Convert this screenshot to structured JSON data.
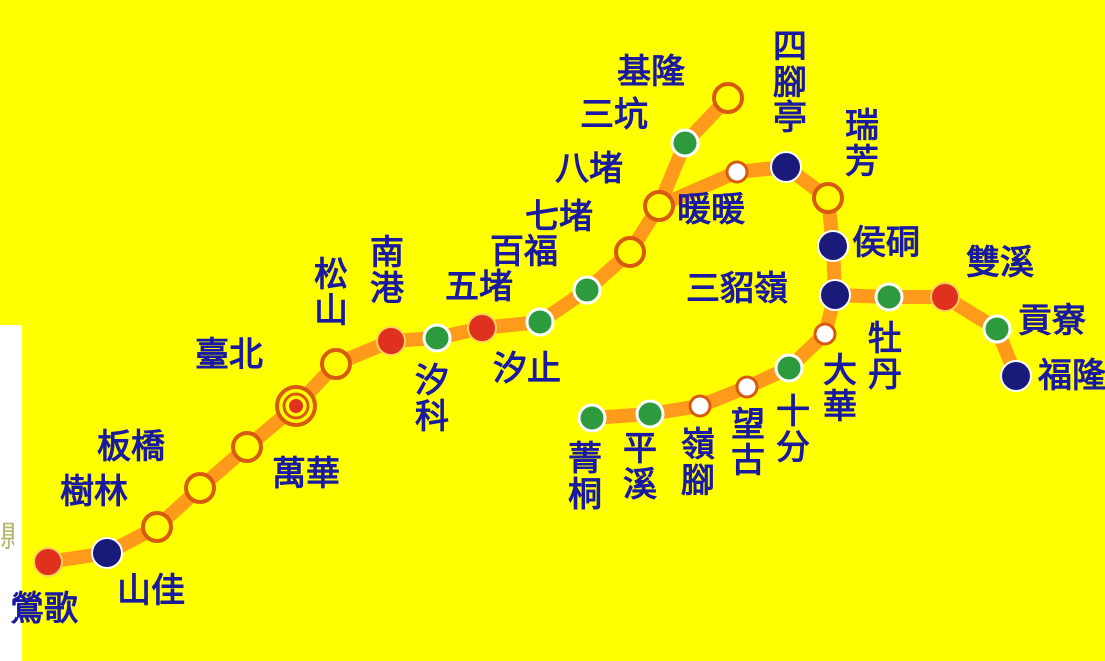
{
  "map": {
    "colors": {
      "background": "#ffff00",
      "track": "#ff9a1a",
      "red": "#e0301e",
      "green": "#2e9a3e",
      "navy": "#1a1a7a",
      "hollow_ring": "#d85a10",
      "small_hollow_fill": "#ffffff",
      "label": "#1a1aa0"
    },
    "station_types": [
      "red",
      "navy",
      "hollow",
      "terminal",
      "green",
      "small-hollow"
    ],
    "stations": [
      {
        "name": "鶯歌",
        "type": "red"
      },
      {
        "name": "山佳",
        "type": "navy"
      },
      {
        "name": "樹林",
        "type": "hollow"
      },
      {
        "name": "板橋",
        "type": "hollow"
      },
      {
        "name": "萬華",
        "type": "hollow"
      },
      {
        "name": "臺北",
        "type": "terminal"
      },
      {
        "name": "松山",
        "type": "hollow"
      },
      {
        "name": "南港",
        "type": "red"
      },
      {
        "name": "汐科",
        "type": "green"
      },
      {
        "name": "五堵",
        "type": "red"
      },
      {
        "name": "汐止",
        "type": "green"
      },
      {
        "name": "百福",
        "type": "green"
      },
      {
        "name": "七堵",
        "type": "hollow"
      },
      {
        "name": "八堵",
        "type": "hollow"
      },
      {
        "name": "三坑",
        "type": "green"
      },
      {
        "name": "基隆",
        "type": "hollow"
      },
      {
        "name": "暖暖",
        "type": "small-hollow"
      },
      {
        "name": "四腳亭",
        "type": "navy"
      },
      {
        "name": "瑞芳",
        "type": "hollow"
      },
      {
        "name": "侯硐",
        "type": "navy"
      },
      {
        "name": "三貂嶺",
        "type": "navy"
      },
      {
        "name": "牡丹",
        "type": "green"
      },
      {
        "name": "雙溪",
        "type": "red"
      },
      {
        "name": "貢寮",
        "type": "green"
      },
      {
        "name": "福隆",
        "type": "navy"
      },
      {
        "name": "大華",
        "type": "small-hollow"
      },
      {
        "name": "十分",
        "type": "green"
      },
      {
        "name": "望古",
        "type": "small-hollow"
      },
      {
        "name": "嶺腳",
        "type": "small-hollow"
      },
      {
        "name": "平溪",
        "type": "green"
      },
      {
        "name": "菁桐",
        "type": "green"
      }
    ],
    "lines": [
      [
        "鶯歌",
        "山佳",
        "樹林",
        "板橋",
        "萬華",
        "臺北",
        "松山",
        "南港",
        "汐科",
        "五堵",
        "汐止",
        "百福",
        "七堵",
        "八堵",
        "三坑",
        "基隆"
      ],
      [
        "八堵",
        "暖暖",
        "四腳亭",
        "瑞芳",
        "侯硐",
        "三貂嶺",
        "牡丹",
        "雙溪",
        "貢寮",
        "福隆"
      ],
      [
        "三貂嶺",
        "大華",
        "十分",
        "望古",
        "嶺腳",
        "平溪",
        "菁桐"
      ]
    ],
    "edge_fragment": "縣"
  }
}
